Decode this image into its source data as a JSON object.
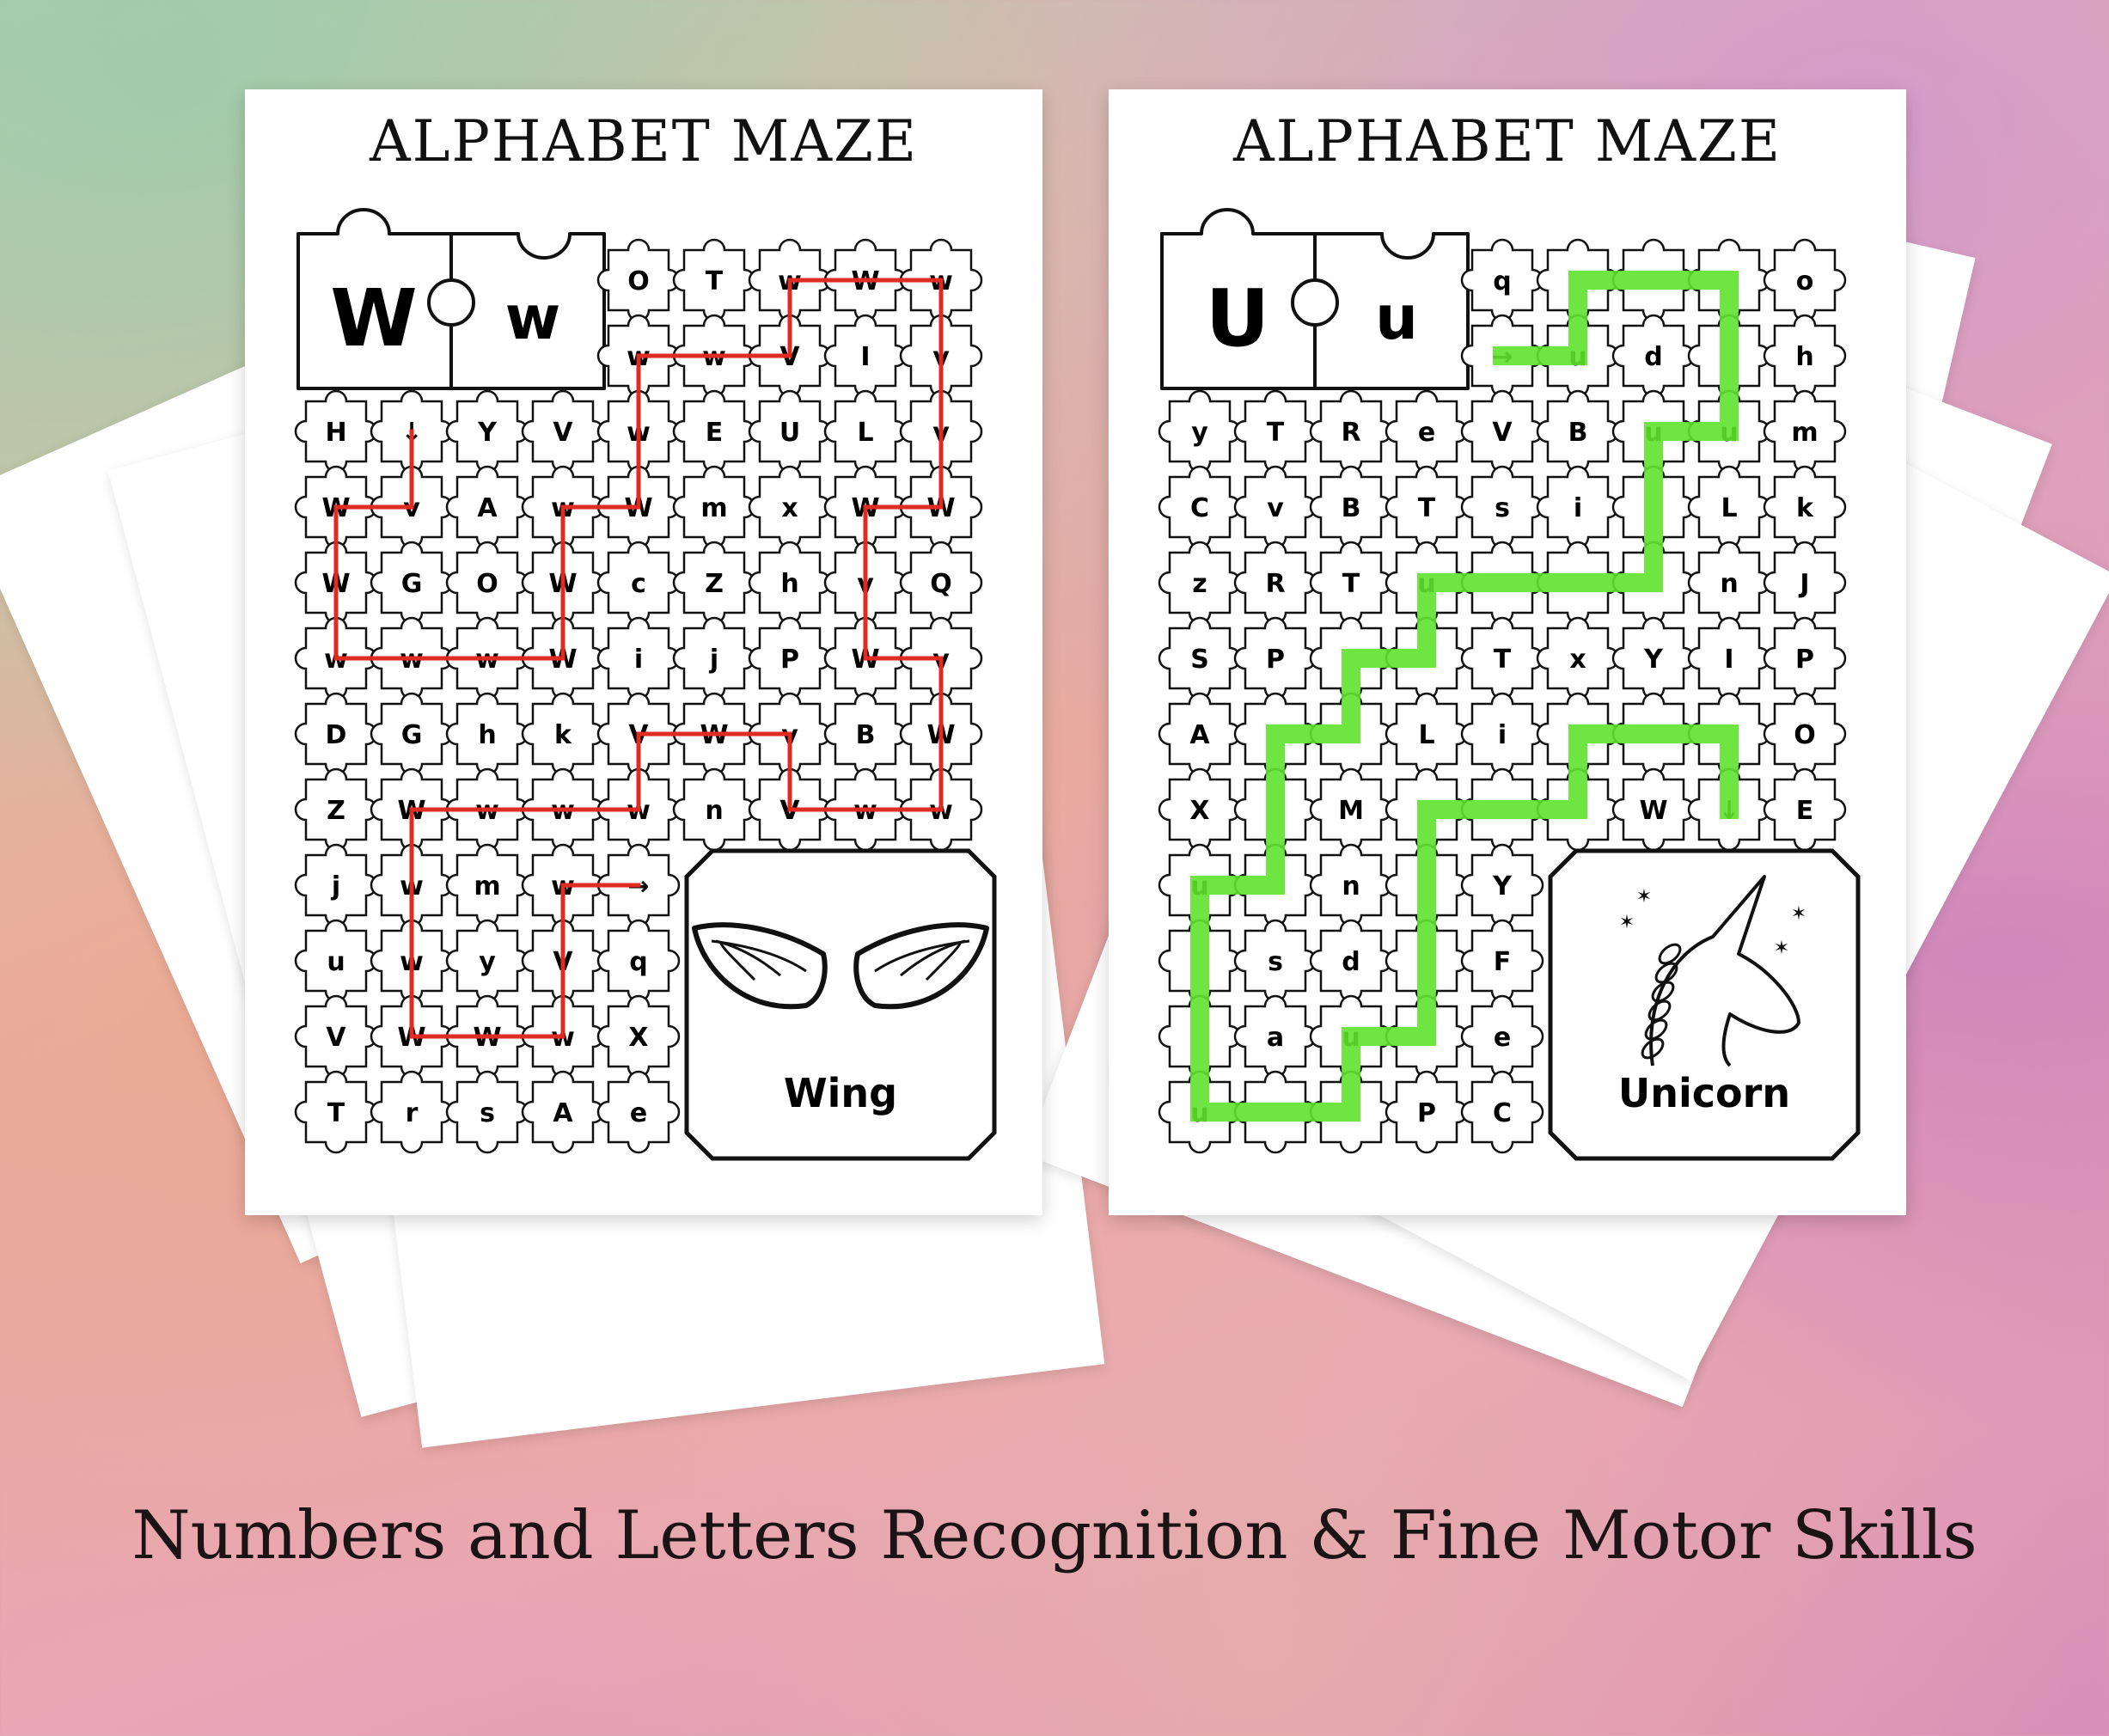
{
  "footer": {
    "text": "Numbers and Letters Recognition & Fine Motor Skills"
  },
  "sheets": [
    {
      "title": "ALPHABET MAZE",
      "upper": "W",
      "lower": "w",
      "picture_label": "Wing",
      "picture_icon": "wings-icon",
      "path_color": "#e02a22",
      "grid": [
        [
          "",
          "",
          "",
          "",
          "O",
          "T",
          "w",
          "W",
          "w"
        ],
        [
          "",
          "",
          "",
          "",
          "w",
          "w",
          "V",
          "I",
          "v"
        ],
        [
          "H",
          "↓",
          "Y",
          "V",
          "w",
          "E",
          "U",
          "L",
          "v"
        ],
        [
          "W",
          "v",
          "A",
          "w",
          "W",
          "m",
          "x",
          "W",
          "W"
        ],
        [
          "W",
          "G",
          "O",
          "W",
          "c",
          "Z",
          "h",
          "v",
          "Q"
        ],
        [
          "w",
          "w",
          "w",
          "W",
          "i",
          "j",
          "P",
          "W",
          "v"
        ],
        [
          "D",
          "G",
          "h",
          "k",
          "V",
          "W",
          "v",
          "B",
          "W"
        ],
        [
          "Z",
          "W",
          "w",
          "w",
          "w",
          "n",
          "V",
          "w",
          "w"
        ],
        [
          "j",
          "w",
          "m",
          "w",
          "→",
          "",
          "",
          "",
          ""
        ],
        [
          "u",
          "w",
          "y",
          "V",
          "q",
          "",
          "",
          "",
          ""
        ],
        [
          "V",
          "W",
          "W",
          "w",
          "X",
          "",
          "",
          "",
          ""
        ],
        [
          "T",
          "r",
          "s",
          "A",
          "e",
          "",
          "",
          "",
          ""
        ]
      ]
    },
    {
      "title": "ALPHABET MAZE",
      "upper": "U",
      "lower": "u",
      "picture_label": "Unicorn",
      "picture_icon": "unicorn-icon",
      "path_color": "#5fe22c",
      "grid": [
        [
          "",
          "",
          "",
          "",
          "q",
          "",
          "",
          "",
          "o"
        ],
        [
          "",
          "",
          "",
          "",
          "→",
          "u",
          "d",
          "",
          "h"
        ],
        [
          "y",
          "T",
          "R",
          "e",
          "V",
          "B",
          "u",
          "u",
          "m"
        ],
        [
          "C",
          "v",
          "B",
          "T",
          "s",
          "i",
          "",
          "L",
          "k"
        ],
        [
          "z",
          "R",
          "T",
          "u",
          "",
          "",
          "",
          "n",
          "J"
        ],
        [
          "S",
          "P",
          "",
          "",
          "T",
          "x",
          "Y",
          "I",
          "P"
        ],
        [
          "A",
          "",
          "",
          "L",
          "i",
          "",
          "",
          "",
          "O"
        ],
        [
          "X",
          "",
          "M",
          "",
          "",
          "",
          "W",
          "↓",
          "E"
        ],
        [
          "u",
          "",
          "n",
          "",
          "Y",
          "",
          "",
          "",
          ""
        ],
        [
          "",
          "s",
          "d",
          "",
          "F",
          "",
          "",
          "",
          ""
        ],
        [
          "",
          "a",
          "u",
          "",
          "e",
          "",
          "",
          "",
          ""
        ],
        [
          "u",
          "",
          "",
          "P",
          "C",
          "",
          "",
          "",
          ""
        ]
      ]
    }
  ]
}
